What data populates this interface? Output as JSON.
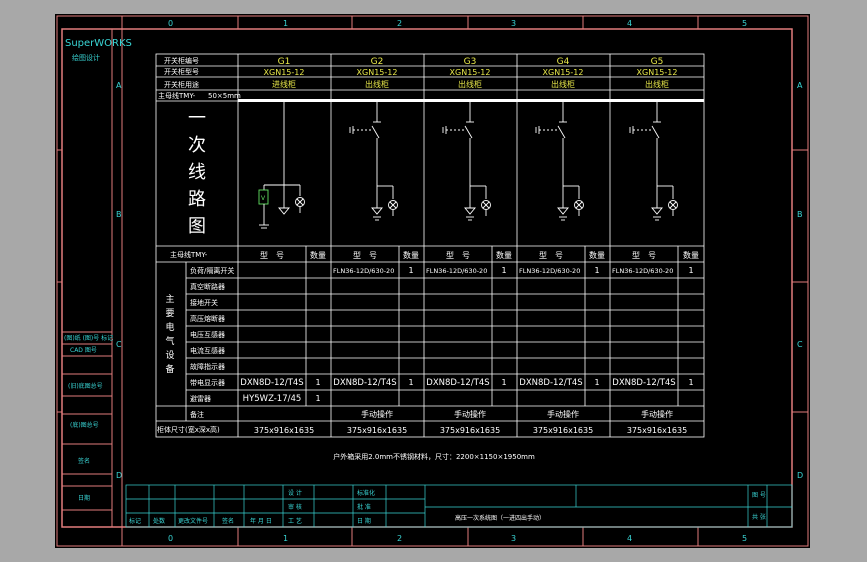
{
  "colors": {
    "background": "#a8a8a8",
    "sheet": "#000000",
    "frame": "#e27d7d",
    "lines": "#ffffff",
    "label_cyan": "#39d5d5",
    "label_yellow": "#e8e84a",
    "green": "#62e062"
  },
  "sheet": {
    "brand": "SuperWORKS",
    "brand_sub": "绘图设计",
    "col_numbers": [
      "0",
      "1",
      "2",
      "3",
      "4",
      "5"
    ],
    "row_letters": [
      "A",
      "B",
      "C",
      "D"
    ],
    "side_labels": [
      "(图)纸 (图)号 标记",
      "CAD 图号",
      "(旧)底图总号",
      "(底)图总号",
      "签名",
      "日期"
    ],
    "footer_note": "户外箱采用2.0mm不锈钢材料，尺寸：2200×1150×1950mm"
  },
  "header": {
    "labels": [
      "开关柜编号",
      "开关柜型号",
      "开关柜用途",
      "主母线TMY-"
    ],
    "busbar_spec": "50×5mm"
  },
  "cabinets": [
    {
      "id": "G1",
      "model": "XGN15-12",
      "use": "进线柜"
    },
    {
      "id": "G2",
      "model": "XGN15-12",
      "use": "出线柜"
    },
    {
      "id": "G3",
      "model": "XGN15-12",
      "use": "出线柜"
    },
    {
      "id": "G4",
      "model": "XGN15-12",
      "use": "出线柜"
    },
    {
      "id": "G5",
      "model": "XGN15-12",
      "use": "出线柜"
    }
  ],
  "diagram_title_chars": [
    "一",
    "次",
    "线",
    "路",
    "图"
  ],
  "equipment": {
    "busbar_label": "主母线TMY-",
    "col_model": "型　号",
    "col_qty": "数量",
    "section_chars": [
      "主",
      "要",
      "电",
      "气",
      "设",
      "备"
    ],
    "rows": [
      {
        "name": "负荷/隔离开关",
        "cells": [
          [
            "",
            ""
          ],
          [
            "FLN36-12D/630-20",
            "1"
          ],
          [
            "FLN36-12D/630-20",
            "1"
          ],
          [
            "FLN36-12D/630-20",
            "1"
          ],
          [
            "FLN36-12D/630-20",
            "1"
          ]
        ]
      },
      {
        "name": "真空断路器",
        "cells": [
          [
            "",
            ""
          ],
          [
            "",
            ""
          ],
          [
            "",
            ""
          ],
          [
            "",
            ""
          ],
          [
            "",
            ""
          ]
        ]
      },
      {
        "name": "接地开关",
        "cells": [
          [
            "",
            ""
          ],
          [
            "",
            ""
          ],
          [
            "",
            ""
          ],
          [
            "",
            ""
          ],
          [
            "",
            ""
          ]
        ]
      },
      {
        "name": "高压熔断器",
        "cells": [
          [
            "",
            ""
          ],
          [
            "",
            ""
          ],
          [
            "",
            ""
          ],
          [
            "",
            ""
          ],
          [
            "",
            ""
          ]
        ]
      },
      {
        "name": "电压互感器",
        "cells": [
          [
            "",
            ""
          ],
          [
            "",
            ""
          ],
          [
            "",
            ""
          ],
          [
            "",
            ""
          ],
          [
            "",
            ""
          ]
        ]
      },
      {
        "name": "电流互感器",
        "cells": [
          [
            "",
            ""
          ],
          [
            "",
            ""
          ],
          [
            "",
            ""
          ],
          [
            "",
            ""
          ],
          [
            "",
            ""
          ]
        ]
      },
      {
        "name": "故障指示器",
        "cells": [
          [
            "",
            ""
          ],
          [
            "",
            ""
          ],
          [
            "",
            ""
          ],
          [
            "",
            ""
          ],
          [
            "",
            ""
          ]
        ]
      },
      {
        "name": "带电显示器",
        "cells": [
          [
            "DXN8D-12/T4S",
            "1"
          ],
          [
            "DXN8D-12/T4S",
            "1"
          ],
          [
            "DXN8D-12/T4S",
            "1"
          ],
          [
            "DXN8D-12/T4S",
            "1"
          ],
          [
            "DXN8D-12/T4S",
            "1"
          ]
        ]
      },
      {
        "name": "避雷器",
        "cells": [
          [
            "HY5WZ-17/45",
            "1"
          ],
          [
            "",
            ""
          ],
          [
            "",
            ""
          ],
          [
            "",
            ""
          ],
          [
            "",
            ""
          ]
        ]
      }
    ],
    "remark_label": "备注",
    "remarks": [
      "",
      "手动操作",
      "手动操作",
      "手动操作",
      "手动操作"
    ],
    "size_label": "柜体尺寸(宽x深x高)",
    "sizes": [
      "375x916x1635",
      "375x916x1635",
      "375x916x1635",
      "375x916x1635",
      "375x916x1635"
    ]
  },
  "title_block": {
    "sign_labels": [
      "标记",
      "处数",
      "更改文件号",
      "签名",
      "年 月 日"
    ],
    "role_labels": [
      "设 计",
      "审 核",
      "工 艺"
    ],
    "extra_labels": [
      "标准化",
      "批 准",
      "日 期"
    ],
    "drawing_title": "高压一次系统图（一进四出手动）",
    "right_labels": [
      "图 号",
      "共 张"
    ]
  }
}
